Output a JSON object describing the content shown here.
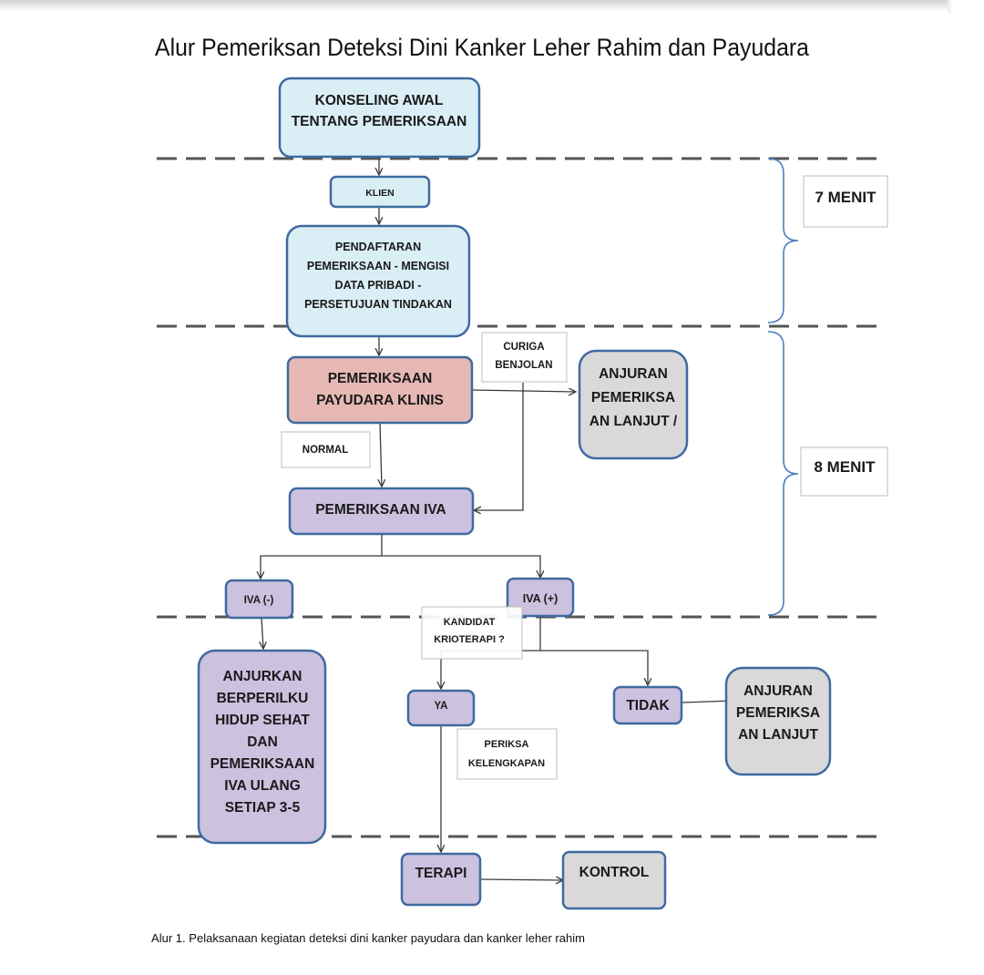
{
  "title": "Alur Pemeriksan Deteksi Dini Kanker Leher Rahim dan Payudara",
  "colors": {
    "light_blue": "#daeef5",
    "pink": "#e6b8b4",
    "lavender": "#ccc1df",
    "gray": "#d9d9d9",
    "border_blue": "#3e6aa0"
  },
  "boxes": {
    "konseling": [
      "KONSELING AWAL",
      "TENTANG PEMERIKSAAN"
    ],
    "klien": [
      "KLIEN"
    ],
    "pendaftaran": [
      "PENDAFTARAN",
      "PEMERIKSAAN - MENGISI",
      "DATA  PRIBADI -",
      "PERSETUJUAN TINDAKAN"
    ],
    "payudara": [
      "PEMERIKSAAN",
      "PAYUDARA KLINIS"
    ],
    "anjuran_1": [
      "ANJURAN",
      "PEMERIKSA",
      "AN LANJUT /"
    ],
    "iva": [
      "PEMERIKSAAN  IVA"
    ],
    "iva_neg": [
      "IVA (-)"
    ],
    "iva_pos": [
      "IVA (+)"
    ],
    "anjurkan": [
      "ANJURKAN",
      "BERPERILKU",
      "HIDUP SEHAT",
      "DAN",
      "PEMERIKSAAN",
      "IVA ULANG",
      "SETIAP 3-5"
    ],
    "ya": [
      "YA"
    ],
    "tidak": [
      "TIDAK"
    ],
    "anjuran_2": [
      "ANJURAN",
      "PEMERIKSA",
      "AN LANJUT"
    ],
    "terapi": [
      "TERAPI"
    ],
    "kontrol": [
      "KONTROL"
    ]
  },
  "labels": {
    "curiga": [
      "CURIGA",
      "BENJOLAN"
    ],
    "normal": [
      "NORMAL"
    ],
    "kandidat": [
      "KANDIDAT",
      "KRIOTERAPI ?"
    ],
    "periksa": [
      "PERIKSA",
      "KELENGKAPAN"
    ]
  },
  "durations": {
    "first": "7 MENIT",
    "second": "8 MENIT"
  },
  "caption": "Alur 1. Pelaksanaan kegiatan  deteksi dini kanker payudara dan kanker leher rahim"
}
